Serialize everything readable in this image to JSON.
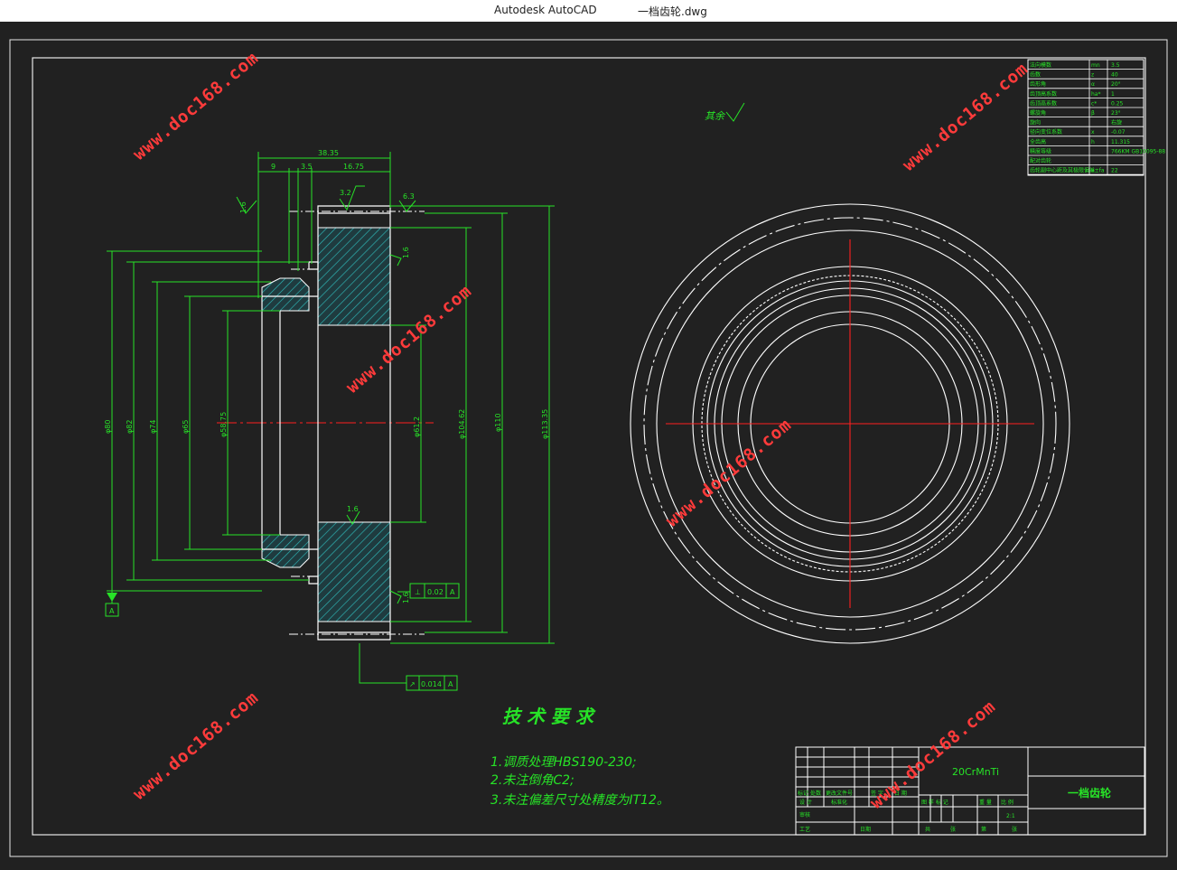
{
  "window": {
    "app_title": "Autodesk AutoCAD",
    "file_name": "一档齿轮.dwg"
  },
  "drawing": {
    "roughness_note": "其余",
    "watermark": "www.doc168.com",
    "datum_label": "A",
    "tolerance_runout_1": {
      "symbol": "⊥",
      "value": "0.02",
      "datum": "A"
    },
    "tolerance_runout_2": {
      "symbol": "↗",
      "value": "0.014",
      "datum": "A"
    },
    "horizontal_dims": [
      "38.35",
      "9",
      "3.5",
      "16.75"
    ],
    "vertical_dims": [
      "φ80",
      "φ82",
      "φ74",
      "φ65",
      "φ58.75",
      "φ61.2",
      "φ104.62",
      "φ110",
      "φ113.35"
    ],
    "roughness_values": [
      "1.6",
      "3.2",
      "6.3",
      "1.6",
      "1.6",
      "1.6"
    ],
    "tech_req_title": "技 术 要 求",
    "tech_req_items": [
      "1.调质处理HBS190-230;",
      "2.未注倒角C2;",
      "3.未注偏差尺寸处精度为IT12。"
    ],
    "material": "20CrMnTi",
    "part_name": "一档齿轮",
    "scale": "2:1",
    "title_block_labels": [
      "标记",
      "处数",
      "更改文件号",
      "签 字",
      "日 期",
      "设 计",
      "标准化",
      "图 样 标 记",
      "重 量",
      "比 例",
      "共",
      "张",
      "第",
      "张",
      "审核",
      "工艺",
      "日期"
    ],
    "gear_table": {
      "rows": [
        [
          "法向模数",
          "mn",
          "3.5"
        ],
        [
          "齿数",
          "z",
          "40"
        ],
        [
          "齿形角",
          "α",
          "20°"
        ],
        [
          "齿顶高系数",
          "ha*",
          "1"
        ],
        [
          "齿顶高系数",
          "c*",
          "0.25"
        ],
        [
          "螺旋角",
          "β",
          "23°"
        ],
        [
          "旋向",
          "",
          "右旋"
        ],
        [
          "径向变位系数",
          "x",
          "-0.07"
        ],
        [
          "全齿高",
          "h",
          "11.315"
        ],
        [
          "精度等级",
          "",
          "766KM GB10095-88"
        ],
        [
          "配对齿轮",
          "",
          ""
        ],
        [
          "齿轮副中心距及其极限偏差",
          "a±fa",
          "22"
        ]
      ]
    }
  }
}
